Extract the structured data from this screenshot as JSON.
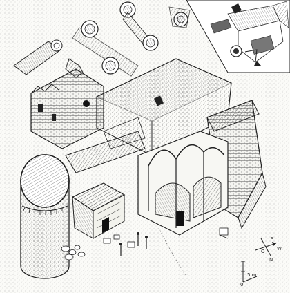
{
  "image": {
    "kind": "pen-and-ink axonometric reconstruction drawing of a ruined castle",
    "ink_color": "#1e1e1e",
    "paper_color": "#fbfbf8"
  },
  "inset_plan": {
    "present": true
  },
  "compass": {
    "labels": [
      "S",
      "O",
      "W",
      "N"
    ]
  },
  "scale_bar": {
    "labels": [
      "0",
      "5 m"
    ]
  }
}
